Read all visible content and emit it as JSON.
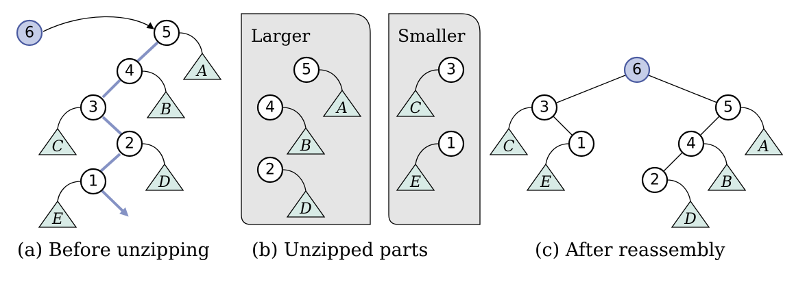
{
  "panels": {
    "larger_label": "Larger",
    "smaller_label": "Smaller"
  },
  "captions": {
    "a": "(a) Before unzipping",
    "b": "(b) Unzipped parts",
    "c": "(c) After reassembly"
  },
  "nodes": {
    "n6": "6",
    "n5": "5",
    "n4": "4",
    "n3": "3",
    "n2": "2",
    "n1": "1"
  },
  "subtrees": {
    "A": "A",
    "B": "B",
    "C": "C",
    "D": "D",
    "E": "E"
  },
  "colors": {
    "highlight_node_fill": "#c5cde8",
    "highlight_node_stroke": "#4a5aa0",
    "search_path": "#8592c4",
    "subtree_fill": "#d8ebe6",
    "panel_fill": "#e5e5e5"
  }
}
